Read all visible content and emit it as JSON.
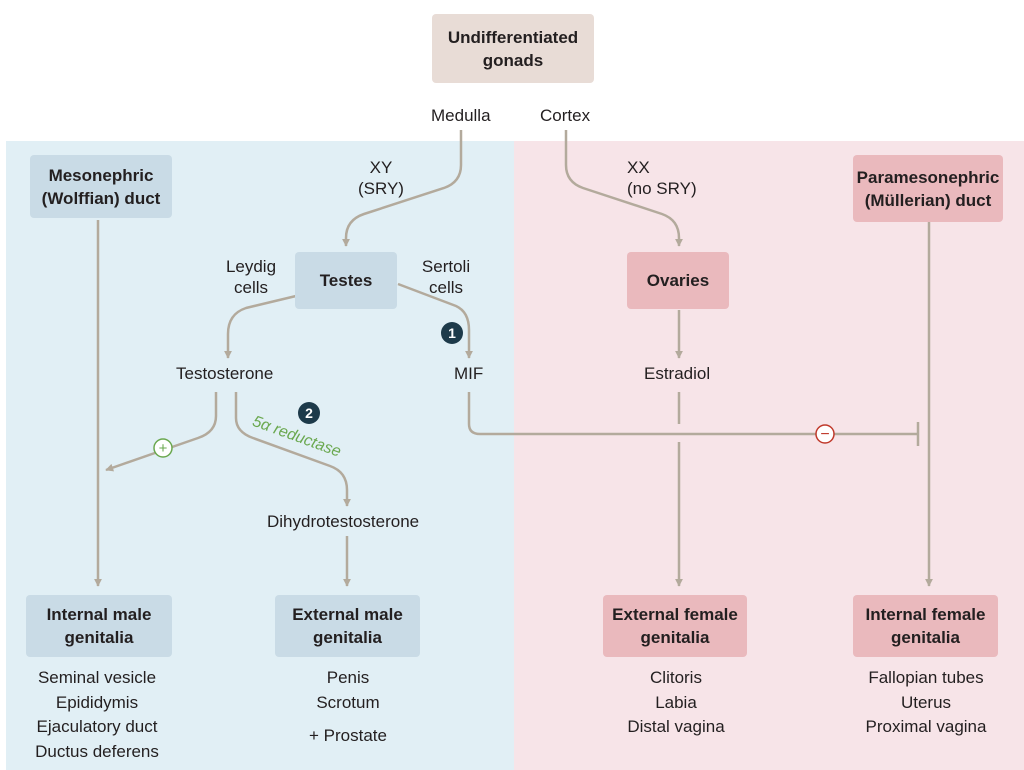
{
  "boxes": {
    "undiff": "Undifferentiated\ngonads",
    "wolffian": "Mesonephric\n(Wolffian) duct",
    "testes": "Testes",
    "ovaries": "Ovaries",
    "mullerian": "Paramesonephric\n(Müllerian) duct",
    "int_male": "Internal male\ngenitalia",
    "ext_male": "External male\ngenitalia",
    "ext_female": "External female\ngenitalia",
    "int_female": "Internal female\ngenitalia"
  },
  "labels": {
    "medulla": "Medulla",
    "cortex": "Cortex",
    "xy_sry": "XY\n(SRY)",
    "xx_no_sry": "XX\n(no SRY)",
    "leydig": "Leydig\ncells",
    "sertoli": "Sertoli\ncells",
    "testosterone": "Testosterone",
    "mif": "MIF",
    "estradiol": "Estradiol",
    "dht": "Dihydrotestosterone",
    "reductase": "5α reductase"
  },
  "badges": {
    "one": "1",
    "two": "2"
  },
  "signs": {
    "plus": "+",
    "minus": "−"
  },
  "lists": {
    "int_male": [
      "Seminal vesicle",
      "Epididymis",
      "Ejaculatory duct",
      "Ductus deferens"
    ],
    "ext_male": [
      "Penis",
      "Scrotum"
    ],
    "ext_male_extra": "+ Prostate",
    "ext_female": [
      "Clitoris",
      "Labia",
      "Distal vagina"
    ],
    "int_female": [
      "Fallopian tubes",
      "Uterus",
      "Proximal vagina"
    ]
  },
  "colors": {
    "line": "#b3aa9c",
    "male_bg": "#e1eff5",
    "female_bg": "#f7e4e8",
    "stimulate": "#6aa84f",
    "inhibit": "#c0392b"
  }
}
